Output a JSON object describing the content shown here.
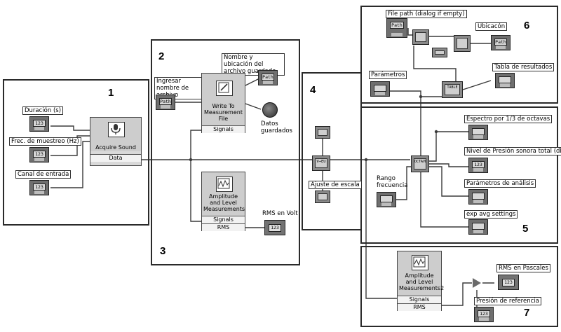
{
  "sections": [
    {
      "num": "1"
    },
    {
      "num": "2"
    },
    {
      "num": "3"
    },
    {
      "num": "4"
    },
    {
      "num": "5"
    },
    {
      "num": "6"
    },
    {
      "num": "7"
    }
  ],
  "section1": {
    "duracion": "Duración (s)",
    "frec": "Frec. de muestreo (Hz)",
    "canal": "Canal de entrada",
    "num_display": "123",
    "acquire_title": "Acquire Sound",
    "acquire_port": "Data"
  },
  "section2": {
    "ingresar": "Ingresar nombre de archivo",
    "path_text": "Path",
    "nombre_ubicacion": "Nombre y ubicación del archivo guardado",
    "write_title": "Write To Measurement File",
    "write_port": "Signals",
    "datos_guardados": "Datos guardados"
  },
  "section3": {
    "amp_title": "Amplitude and Level Measurements",
    "port_signals": "Signals",
    "port_rms": "RMS",
    "rms_volt": "RMS en Volt",
    "num_display": "123"
  },
  "section4": {
    "ajuste": "Ajuste de escala",
    "vev": "V→EU"
  },
  "section5": {
    "espectro": "Espectro por 1/3 de octavas",
    "nivel": "Nivel de Presión sonora total (dBA)",
    "parametros": "Parámetros de análisis",
    "exp_avg": "exp avg settings",
    "rango": "Rango frecuencia",
    "octave": "OCTAVE",
    "num_display": "123"
  },
  "section6": {
    "file_path": "File path (dialog if empty)",
    "ubicacion": "Ubicacón",
    "parametros": "Parámetros",
    "tabla": "Tabla de resultados",
    "path_text": "Path",
    "table_text": "TABLE"
  },
  "section7": {
    "amp_title": "Amplitude and Level Measurements2",
    "port_signals": "Signals",
    "port_rms": "RMS",
    "rms_pascales": "RMS en Pascales",
    "presion_ref": "Presión de referencia",
    "num_display": "123"
  }
}
